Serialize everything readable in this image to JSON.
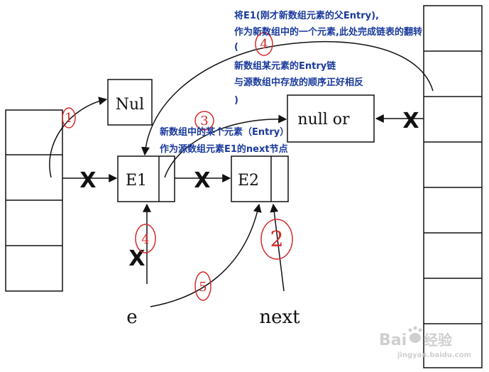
{
  "nodes": {
    "nul_label": "Nul",
    "null_or_label": "null or",
    "e1_label": "E1",
    "e2_label": "E2"
  },
  "pointers": {
    "e_label": "e",
    "next_label": "next"
  },
  "annotations": {
    "top_line1": "将E1(刚才新数组元素的父Entry),",
    "top_line2": "作为新数组中的一个元素,此处完成链表的翻转",
    "top_line3": "(",
    "top_line4": "新数组某元素的Entry链",
    "top_line5": "与源数组中存放的顺序正好相反",
    "top_line6": ")",
    "mid_line1": "新数组中的某个元素（Entry）",
    "mid_line2": "作为源数组元素E1的next节点"
  },
  "marks": {
    "cross": "X",
    "hand_1": "1",
    "hand_2": "2",
    "hand_3": "3",
    "hand_4": "4",
    "hand_5": "5"
  },
  "watermark": {
    "brand": "Bai",
    "brand_suffix": "经验",
    "url": "jingyan.baidu.com"
  },
  "colors": {
    "annotation_text": "#1a3a9c",
    "handwriting": "#d42a2a",
    "lines": "#111111"
  }
}
